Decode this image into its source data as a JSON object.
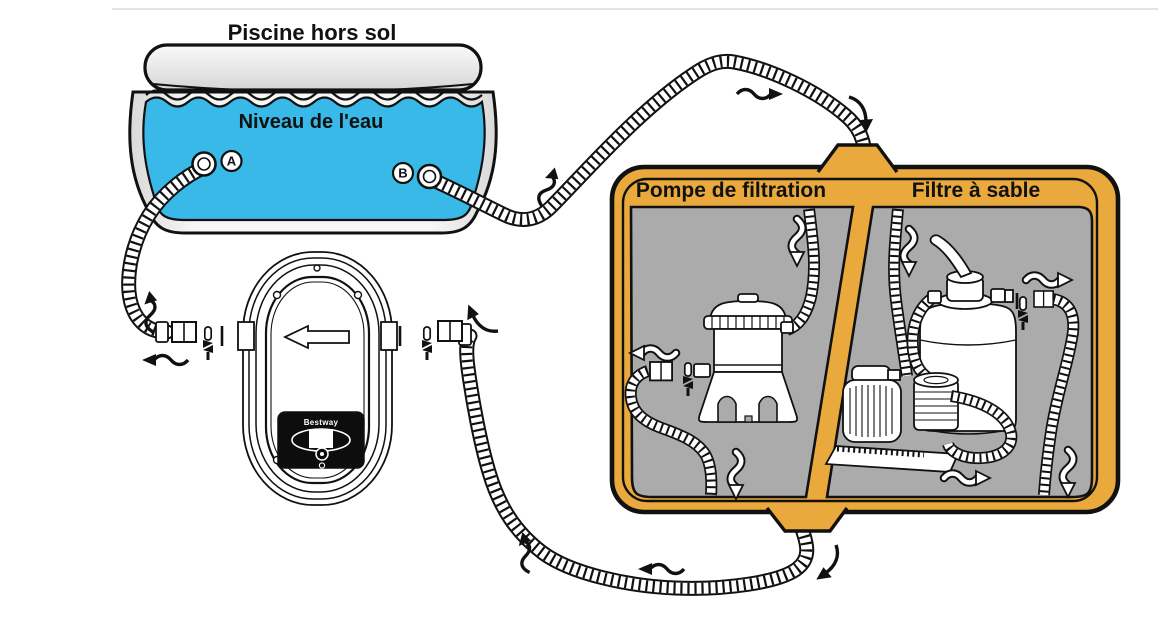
{
  "title": "Piscine hors sol",
  "pool": {
    "water_label": "Niveau de l'eau",
    "outlet_a_label": "A",
    "outlet_b_label": "B"
  },
  "filter_unit": {
    "pump_label": "Pompe de filtration",
    "sand_filter_label": "Filtre à sable"
  },
  "heater": {
    "brand_label": "Bestway"
  },
  "colors": {
    "water_blue": "#38B9E7",
    "frame_yellow": "#E9A93C",
    "panel_gray": "#ABABAB",
    "line_black": "#111111"
  }
}
